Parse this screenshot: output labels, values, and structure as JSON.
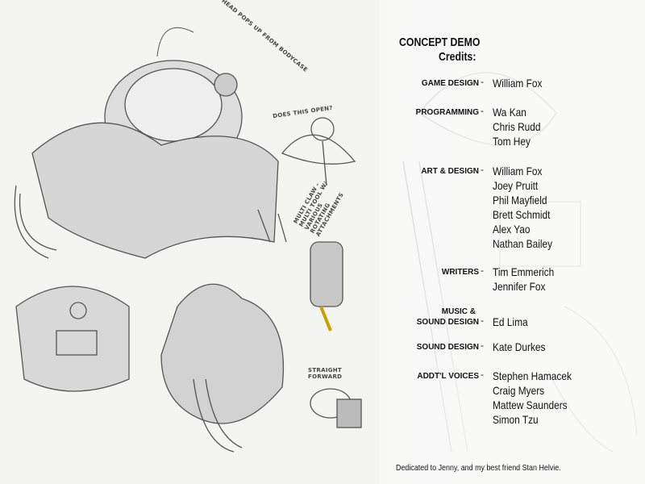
{
  "title": "CONCEPT DEMO",
  "subtitle": "Credits:",
  "separator": "-",
  "sections": [
    {
      "label": "GAME DESIGN",
      "names": [
        "William Fox"
      ]
    },
    {
      "label": "PROGRAMMING",
      "names": [
        "Wa Kan",
        "Chris Rudd",
        "Tom Hey"
      ]
    },
    {
      "label": "ART & DESIGN",
      "names": [
        "William Fox",
        "Joey Pruitt",
        "Phil Mayfield",
        "Brett Schmidt",
        "Alex Yao",
        "Nathan Bailey"
      ]
    },
    {
      "label": "WRITERS",
      "names": [
        "Tim Emmerich",
        "Jennifer Fox"
      ]
    },
    {
      "label_line1": "MUSIC &",
      "label": "SOUND DESIGN",
      "names": [
        "Ed Lima"
      ]
    },
    {
      "label": "SOUND DESIGN",
      "names": [
        "Kate Durkes"
      ]
    },
    {
      "label": "ADDT'L VOICES",
      "names": [
        "Stephen Hamacek",
        "Craig Myers",
        "Mattew Saunders",
        "Simon Tzu"
      ]
    }
  ],
  "dedication": "Dedicated to Jenny, and my best friend Stan Helvie.",
  "sketch_notes": {
    "head": "HEAD POPS UP FROM BODYCASE",
    "open": "DOES THIS OPEN?",
    "claw": "MULTI CLAW - MULTI TOOL W/ VARIOUS ROTATING ATTACHMENTS",
    "straight": "STRAIGHT FORWARD"
  }
}
